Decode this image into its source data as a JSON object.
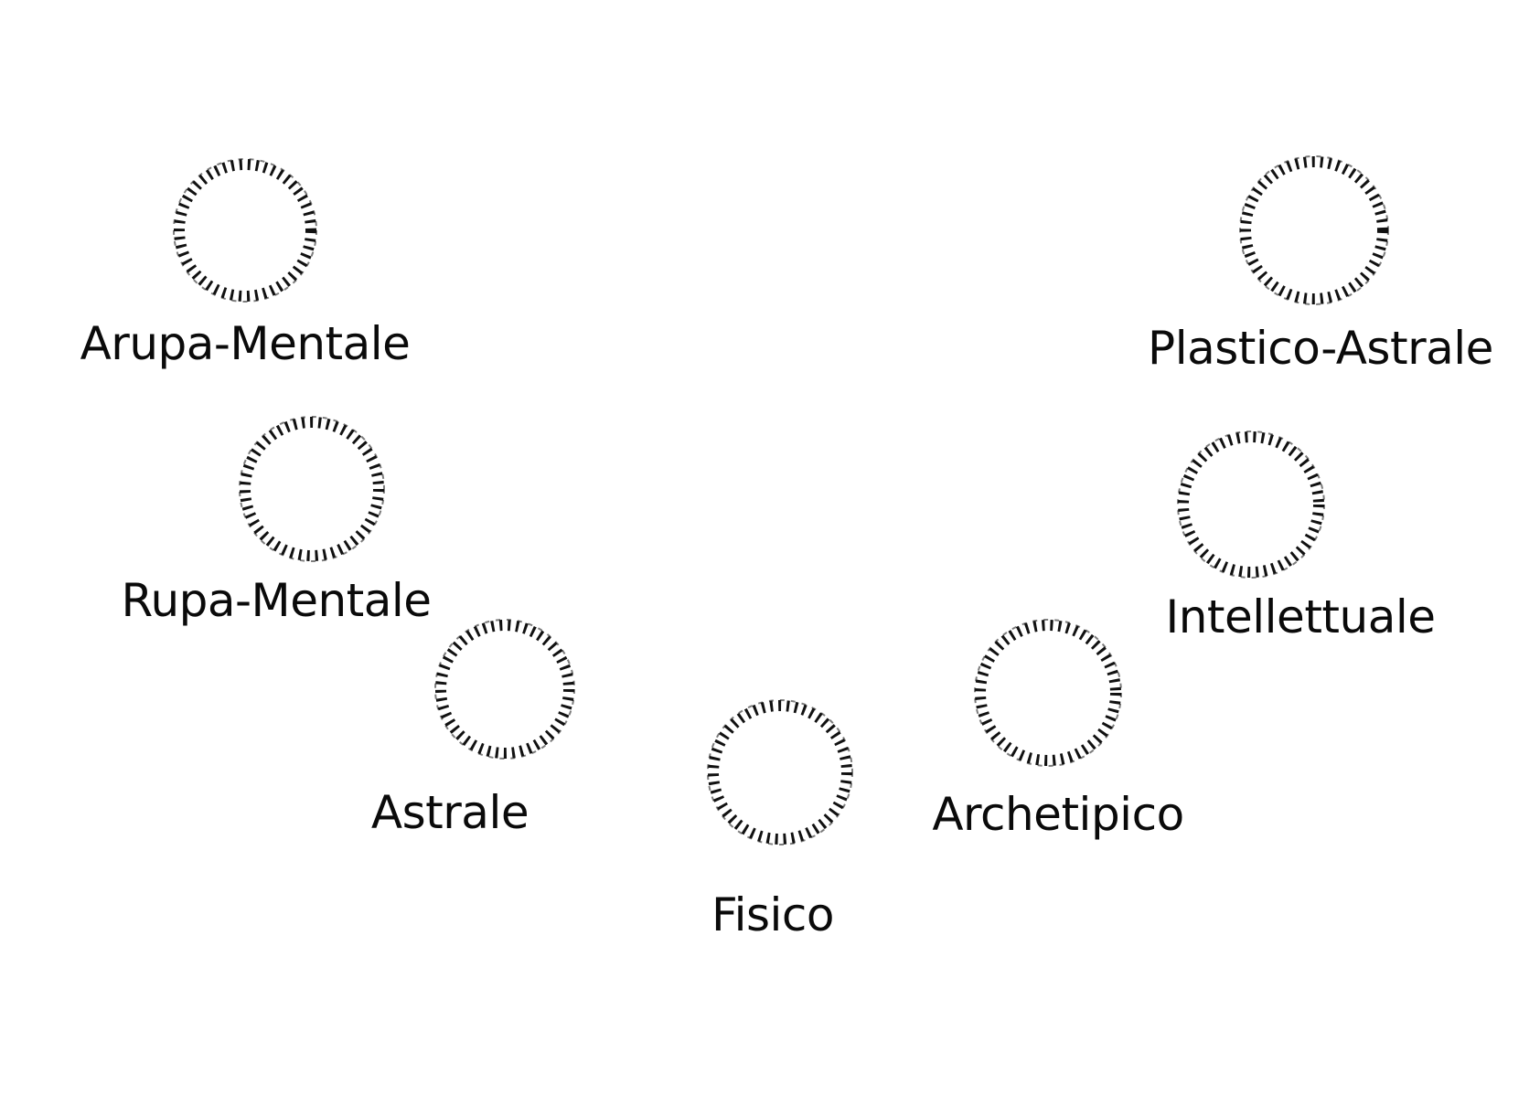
{
  "diagram": {
    "nodes": [
      {
        "id": "arupa-mentale",
        "label": "Arupa-Mentale"
      },
      {
        "id": "rupa-mentale",
        "label": "Rupa-Mentale"
      },
      {
        "id": "astrale",
        "label": "Astrale"
      },
      {
        "id": "fisico",
        "label": "Fisico"
      },
      {
        "id": "archetipico",
        "label": "Archetipico"
      },
      {
        "id": "intellettuale",
        "label": "Intellettuale"
      },
      {
        "id": "plastico-astrale",
        "label": "Plastico-Astrale"
      }
    ],
    "ring_color": "#111111",
    "text_color": "#0a0a0a"
  }
}
